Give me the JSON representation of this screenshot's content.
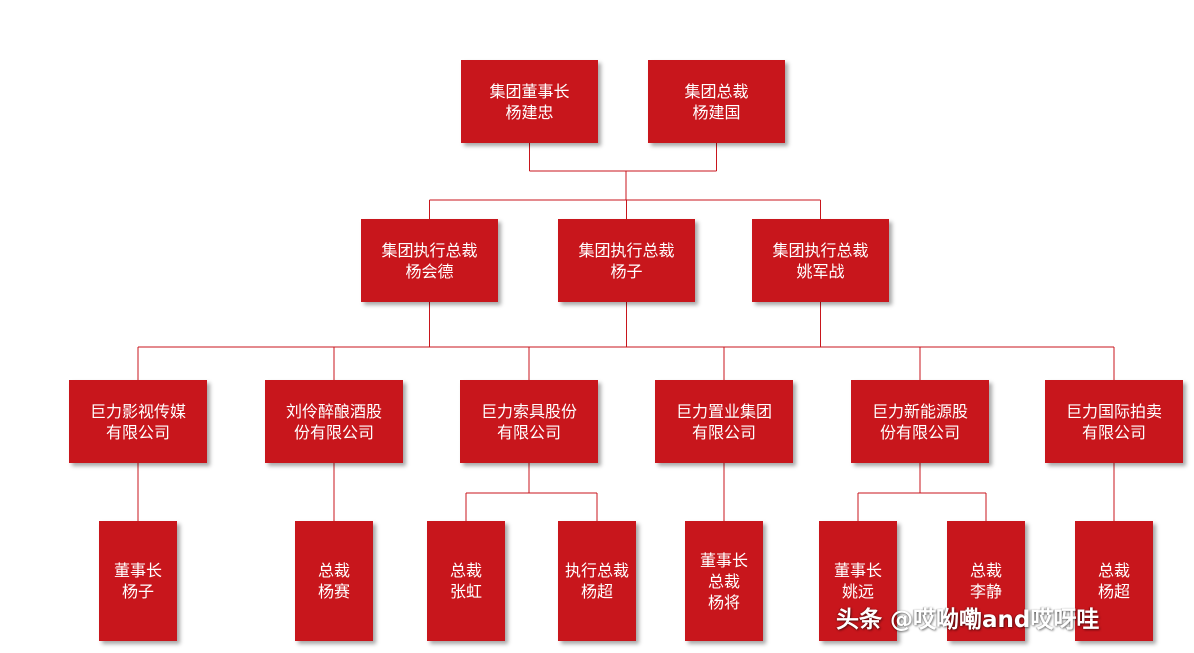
{
  "org_chart": {
    "top": [
      {
        "lines": [
          "集团董事长",
          "杨建忠"
        ]
      },
      {
        "lines": [
          "集团总裁",
          "杨建国"
        ]
      }
    ],
    "executives": [
      {
        "lines": [
          "集团执行总裁",
          "杨会德"
        ]
      },
      {
        "lines": [
          "集团执行总裁",
          "杨子"
        ]
      },
      {
        "lines": [
          "集团执行总裁",
          "姚军战"
        ]
      }
    ],
    "companies": [
      {
        "lines": [
          "巨力影视传媒",
          "有限公司"
        ]
      },
      {
        "lines": [
          "刘伶醉酿酒股",
          "份有限公司"
        ]
      },
      {
        "lines": [
          "巨力索具股份",
          "有限公司"
        ]
      },
      {
        "lines": [
          "巨力置业集团",
          "有限公司"
        ]
      },
      {
        "lines": [
          "巨力新能源股",
          "份有限公司"
        ]
      },
      {
        "lines": [
          "巨力国际拍卖",
          "有限公司"
        ]
      }
    ],
    "leaders": [
      {
        "company": 0,
        "lines": [
          "董事长",
          "杨子"
        ]
      },
      {
        "company": 1,
        "lines": [
          "总裁",
          "杨赛"
        ]
      },
      {
        "company": 2,
        "lines": [
          "总裁",
          "张虹"
        ]
      },
      {
        "company": 2,
        "lines": [
          "执行总裁",
          "杨超"
        ]
      },
      {
        "company": 3,
        "lines": [
          "董事长",
          "总裁",
          "杨将"
        ]
      },
      {
        "company": 4,
        "lines": [
          "董事长",
          "姚远"
        ]
      },
      {
        "company": 4,
        "lines": [
          "总裁",
          "李静"
        ]
      },
      {
        "company": 5,
        "lines": [
          "总裁",
          "杨超"
        ]
      }
    ]
  },
  "watermark": "头条 @哎呦嘞and哎呀哇",
  "colors": {
    "box": "#c8161c",
    "line": "#c8161c",
    "text": "#ffffff"
  }
}
